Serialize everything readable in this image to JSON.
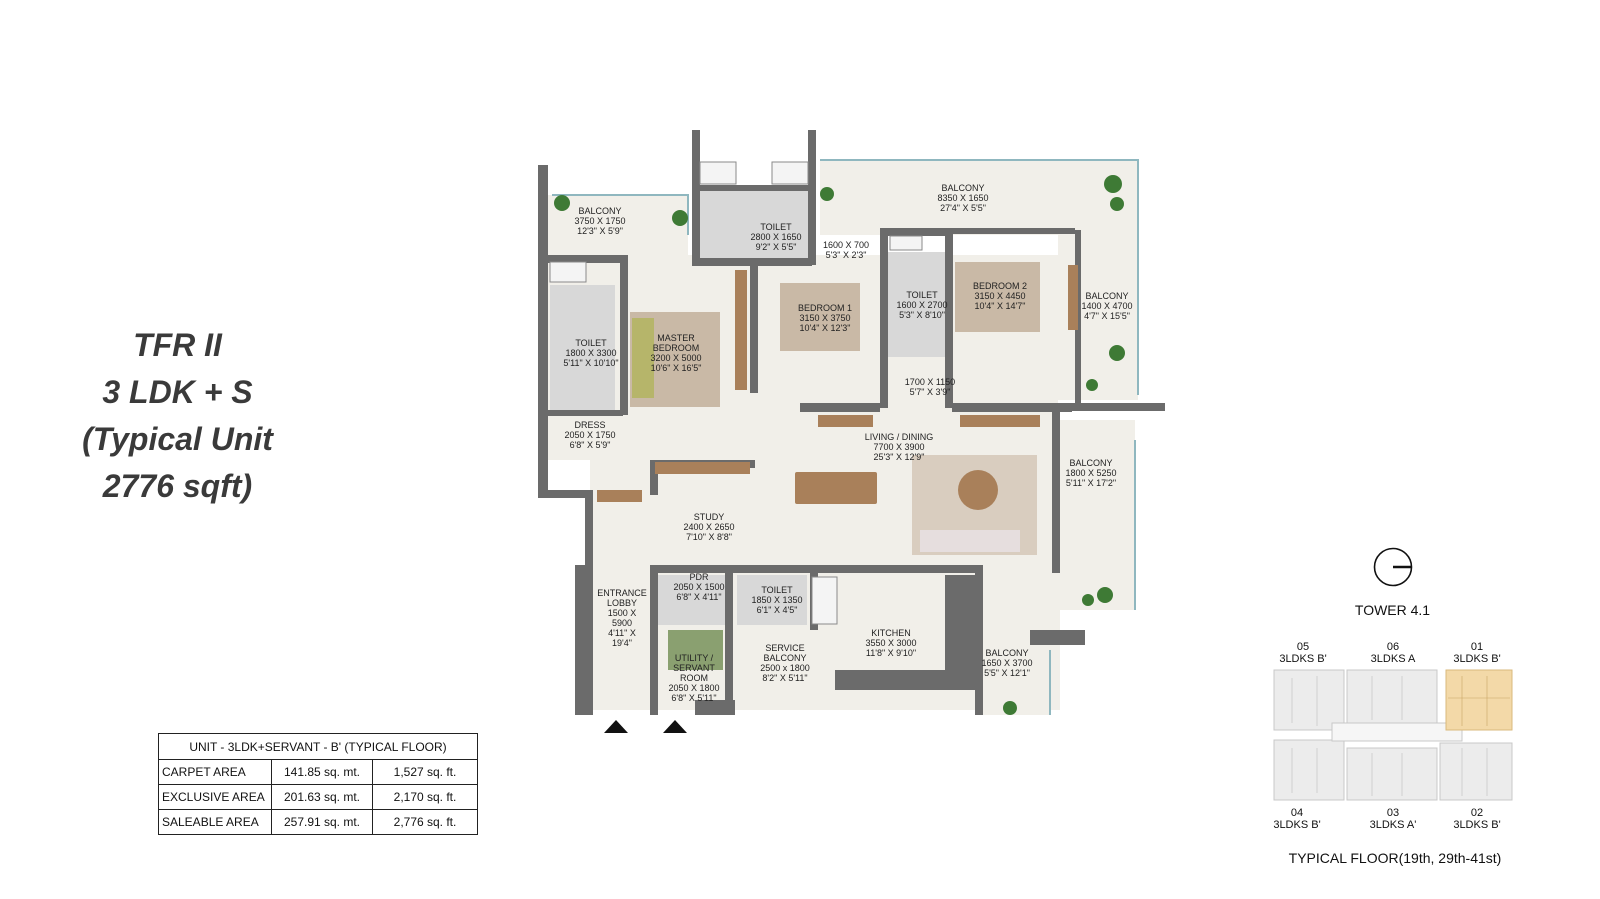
{
  "title": {
    "line1": "TFR II",
    "line2": "3 LDK + S",
    "line3": "(Typical Unit",
    "line4": "2776 sqft)"
  },
  "area_table": {
    "header": "UNIT - 3LDK+SERVANT - B' (TYPICAL FLOOR)",
    "rows": [
      {
        "label": "CARPET AREA",
        "sqm": "141.85 sq. mt.",
        "sqft": "1,527 sq. ft."
      },
      {
        "label": "EXCLUSIVE AREA",
        "sqm": "201.63 sq. mt.",
        "sqft": "2,170 sq. ft."
      },
      {
        "label": "SALEABLE AREA",
        "sqm": "257.91 sq. mt.",
        "sqft": "2,776 sq. ft."
      }
    ]
  },
  "rooms": {
    "balcony_nw": {
      "name": "BALCONY",
      "mm": "3750 X 1750",
      "ft": "12'3\" X 5'9\""
    },
    "toilet_top": {
      "name": "TOILET",
      "mm": "2800 X 1650",
      "ft": "9'2\" X 5'5\""
    },
    "balcony_n": {
      "name": "BALCONY",
      "mm": "8350 X 1650",
      "ft": "27'4\" X 5'5\""
    },
    "nook": {
      "name": "",
      "mm": "1600 X 700",
      "ft": "5'3\" X 2'3\""
    },
    "toilet_master": {
      "name": "TOILET",
      "mm": "1800 X 3300",
      "ft": "5'11\" X 10'10\""
    },
    "master_bedroom": {
      "name": "MASTER BEDROOM",
      "mm": "3200 X 5000",
      "ft": "10'6\" X 16'5\""
    },
    "bedroom1": {
      "name": "BEDROOM 1",
      "mm": "3150 X 3750",
      "ft": "10'4\" X 12'3\""
    },
    "toilet_b2": {
      "name": "TOILET",
      "mm": "1600 X 2700",
      "ft": "5'3\" X 8'10\""
    },
    "bedroom2": {
      "name": "BEDROOM 2",
      "mm": "3150 X 4450",
      "ft": "10'4\" X 14'7\""
    },
    "balcony_e": {
      "name": "BALCONY",
      "mm": "1400 X 4700",
      "ft": "4'7\" X 15'5\""
    },
    "passage": {
      "name": "",
      "mm": "1700 X 1150",
      "ft": "5'7\" X 3'9\""
    },
    "dress": {
      "name": "DRESS",
      "mm": "2050 X 1750",
      "ft": "6'8\" X 5'9\""
    },
    "living_dining": {
      "name": "LIVING / DINING",
      "mm": "7700 X 3900",
      "ft": "25'3\" X 12'9\""
    },
    "balcony_living": {
      "name": "BALCONY",
      "mm": "1800 X 5250",
      "ft": "5'11\" X 17'2\""
    },
    "study": {
      "name": "STUDY",
      "mm": "2400 X 2650",
      "ft": "7'10\" X 8'8\""
    },
    "entrance_lobby": {
      "name": "ENTRANCE LOBBY",
      "mm": "1500 X 5900",
      "ft": "4'11\" X 19'4\""
    },
    "pdr": {
      "name": "PDR",
      "mm": "2050 X 1500",
      "ft": "6'8\" X 4'11\""
    },
    "toilet_service": {
      "name": "TOILET",
      "mm": "1850 X 1350",
      "ft": "6'1\" X 4'5\""
    },
    "kitchen": {
      "name": "KITCHEN",
      "mm": "3550 X 3000",
      "ft": "11'8\" X 9'10\""
    },
    "utility": {
      "name": "UTILITY / SERVANT ROOM",
      "mm": "2050 X 1800",
      "ft": "6'8\" X 5'11\""
    },
    "service_balcony": {
      "name": "SERVICE BALCONY",
      "mm": "2500 x 1800",
      "ft": "8'2\" X 5'11\""
    },
    "balcony_kitchen": {
      "name": "BALCONY",
      "mm": "1650 X 3700",
      "ft": "5'5\" X 12'1\""
    }
  },
  "key_plan": {
    "compass_icon": "north-arrow-icon",
    "tower": "TOWER 4.1",
    "units": [
      {
        "no": "05",
        "type": "3LDKS B'"
      },
      {
        "no": "06",
        "type": "3LDKS A"
      },
      {
        "no": "01",
        "type": "3LDKS B'"
      },
      {
        "no": "04",
        "type": "3LDKS B'"
      },
      {
        "no": "03",
        "type": "3LDKS A'"
      },
      {
        "no": "02",
        "type": "3LDKS B'"
      }
    ],
    "highlight_color": "#f3d9a8",
    "caption": "TYPICAL FLOOR(19th, 29th-41st)"
  },
  "colors": {
    "wall": "#6b6b6b",
    "floor": "#f1efe9",
    "wet_floor": "#d9d9d9",
    "wood": "#a9805a",
    "plant": "#3e7a35",
    "glass": "#8fb7bf"
  }
}
